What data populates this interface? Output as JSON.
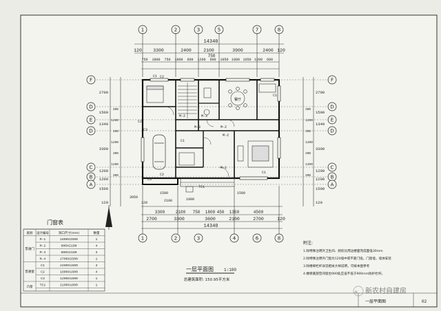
{
  "axes_top": [
    "1",
    "2",
    "3",
    "5",
    "7",
    "8"
  ],
  "axes_bottom": [
    "1",
    "2",
    "3",
    "4",
    "6",
    "8"
  ],
  "axes_left": [
    "F",
    "D",
    "E",
    "D",
    "C",
    "B",
    "A"
  ],
  "axes_right": [
    "F",
    "D",
    "E",
    "D",
    "C",
    "B",
    "A"
  ],
  "dims": {
    "top_total": "14340",
    "top_row1": [
      "120",
      "3300",
      "2400",
      "2100",
      "3900",
      "2400",
      "120"
    ],
    "top_row1_extra": "750",
    "top_row2": [
      "750",
      "1800",
      "750",
      "1800",
      "600",
      "1200",
      "600",
      "1050",
      "1800",
      "1050",
      "1200",
      "600"
    ],
    "left_col": [
      "2700",
      "1500",
      "1340",
      "3300",
      "1200",
      "1200",
      "1500",
      "120"
    ],
    "left_col2": [
      "300",
      "1200",
      "300",
      "1200",
      "300",
      "1200",
      "300"
    ],
    "right_col": [
      "2700",
      "1500",
      "1340",
      "3300",
      "1200",
      "1200",
      "1500",
      "120"
    ],
    "right_col2": [
      "300",
      "1200",
      "300",
      "1200",
      "300",
      "1200",
      "300"
    ],
    "bot_row1": [
      "3300",
      "2100",
      "750",
      "1800",
      "450",
      "1350",
      "4500"
    ],
    "bot_row2": [
      "2700",
      "3300",
      "3600",
      "2100",
      "2700",
      "120"
    ],
    "bot_total": "14340",
    "bot_misc": [
      "2100",
      "1800",
      "1500",
      "3050",
      "1500",
      "120"
    ]
  },
  "rooms": {
    "dining": "餐厅"
  },
  "door_labels": [
    "C1",
    "C2",
    "C3",
    "C2",
    "C1",
    "M-2",
    "M-3",
    "M-3",
    "M-2",
    "M-2",
    "M-1",
    "C1",
    "C2",
    "C3",
    "TC1",
    "C1"
  ],
  "table": {
    "title": "门窗表",
    "headers": [
      "类别",
      "设计编号",
      "洞口尺寸(mm)",
      "数量"
    ],
    "groups": [
      "普通门",
      "普通窗",
      "凸窗"
    ],
    "rows": [
      [
        "M-1",
        "1800X2500",
        "1"
      ],
      [
        "M-2",
        "900X2100",
        "4"
      ],
      [
        "M-3",
        "800X2100",
        "3"
      ],
      [
        "M-4",
        "2700X2500",
        "1"
      ],
      [
        "C1",
        "2400X1600",
        "3"
      ],
      [
        "C2",
        "1800X1600",
        "4"
      ],
      [
        "C3",
        "1200X1600",
        "1"
      ],
      [
        "TC1",
        "2100X1600",
        "1"
      ]
    ]
  },
  "plan_title": "一层平面图",
  "plan_scale": "1:100",
  "area_text": "总建筑面积: 150.95平方米",
  "notes": {
    "heading": "附注:",
    "items": [
      "1.除特殊注明外卫生间、厨房比周边楼面完成面低30mm",
      "2.除特殊注明外门窗为120墙中或不靠门墙，门窗墙，墙体安装",
      "3.除楼梯栏杆详见相关大样说明，可按本图参考",
      "4.楼梯底部空间窗台900处应设不低于900mm防护栏杆。"
    ]
  },
  "title_block": {
    "label": "一层平面图",
    "sheet": "02"
  },
  "watermark": "新农村自建房"
}
